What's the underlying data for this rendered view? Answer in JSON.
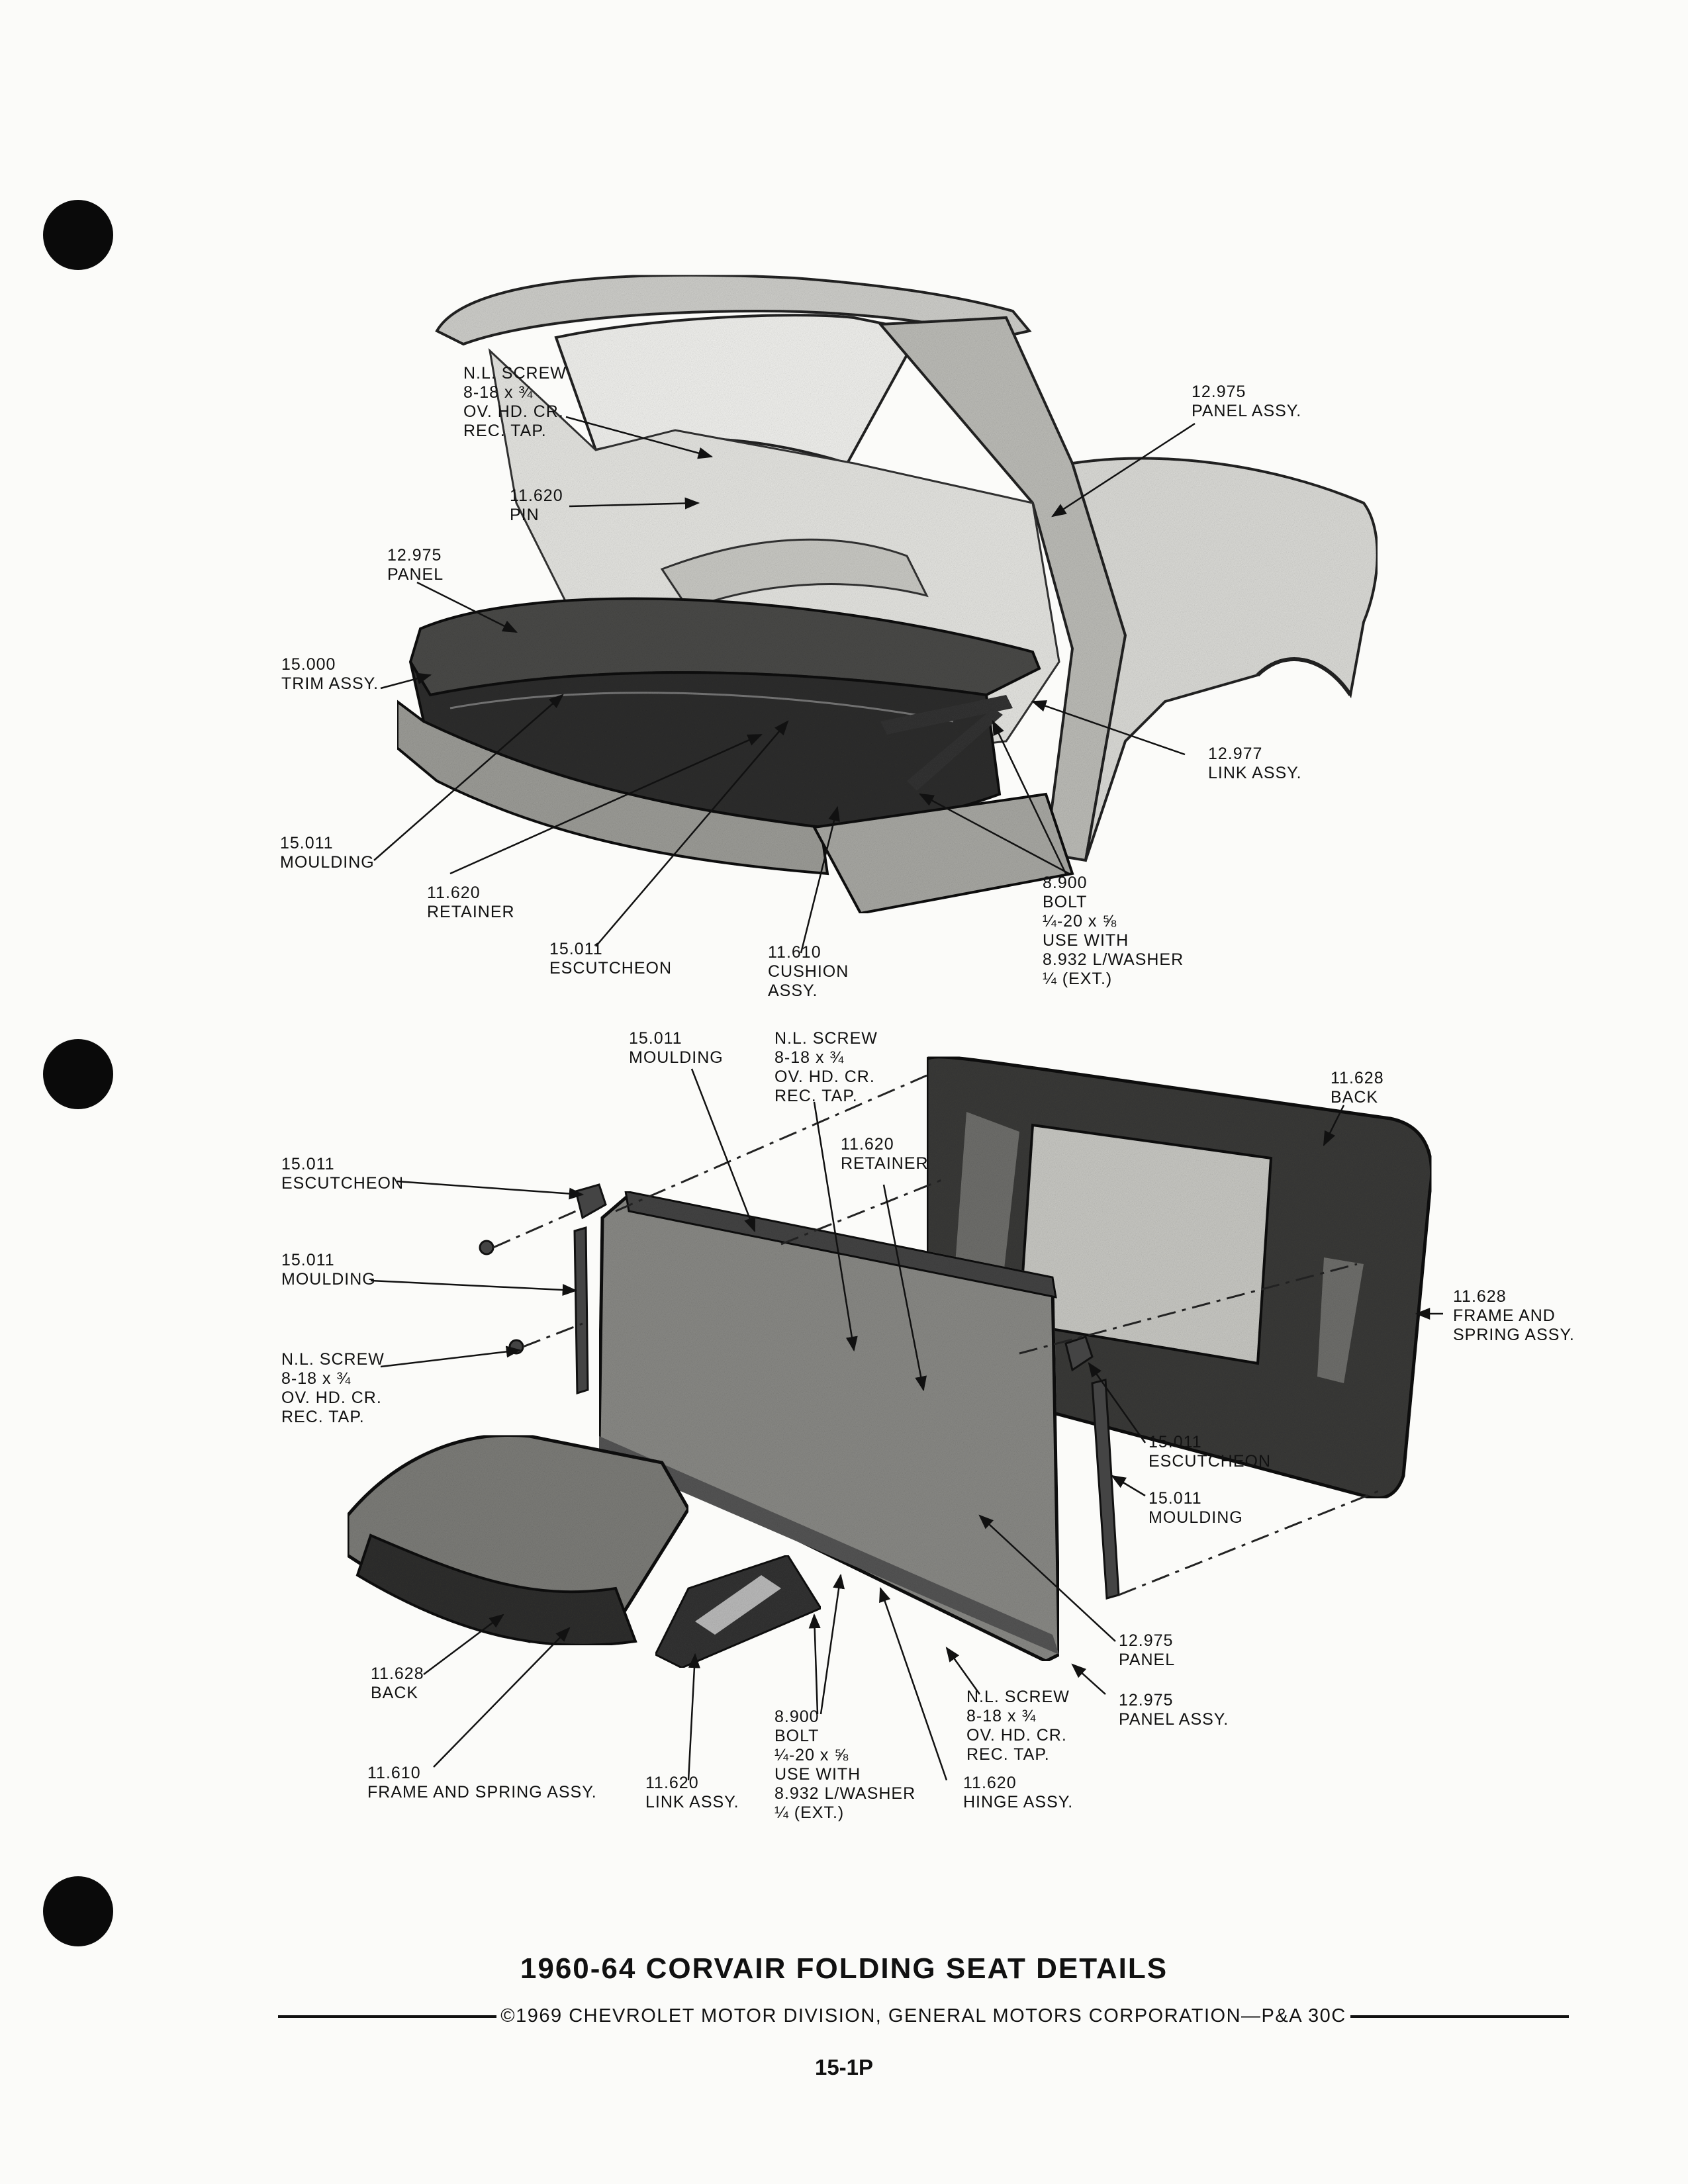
{
  "page": {
    "title": "1960-64 CORVAIR FOLDING SEAT DETAILS",
    "copyright": "©1969 CHEVROLET MOTOR DIVISION, GENERAL MOTORS CORPORATION—P&A 30C",
    "page_number": "15-1P"
  },
  "top_callouts": [
    {
      "id": "t1",
      "lines": [
        "N.L. SCREW",
        "8-18 x ¾",
        "OV. HD. CR.",
        "REC. TAP."
      ]
    },
    {
      "id": "t2",
      "lines": [
        "12.975",
        "PANEL ASSY."
      ]
    },
    {
      "id": "t3",
      "lines": [
        "11.620",
        "PIN"
      ]
    },
    {
      "id": "t4",
      "lines": [
        "12.975",
        "PANEL"
      ]
    },
    {
      "id": "t5",
      "lines": [
        "15.000",
        "TRIM ASSY."
      ]
    },
    {
      "id": "t6",
      "lines": [
        "12.977",
        "LINK ASSY."
      ]
    },
    {
      "id": "t7",
      "lines": [
        "15.011",
        "MOULDING"
      ]
    },
    {
      "id": "t8",
      "lines": [
        "11.620",
        "RETAINER"
      ]
    },
    {
      "id": "t9",
      "lines": [
        "8.900",
        "BOLT",
        "¼-20 x ⅝",
        "USE WITH",
        "8.932 L/WASHER",
        "¼ (EXT.)"
      ]
    },
    {
      "id": "t10",
      "lines": [
        "15.011",
        "ESCUTCHEON"
      ]
    },
    {
      "id": "t11",
      "lines": [
        "11.610",
        "CUSHION",
        "ASSY."
      ]
    }
  ],
  "bottom_callouts": [
    {
      "id": "b1",
      "lines": [
        "15.011",
        "MOULDING"
      ]
    },
    {
      "id": "b2",
      "lines": [
        "N.L. SCREW",
        "8-18 x ¾",
        "OV. HD. CR.",
        "REC. TAP."
      ]
    },
    {
      "id": "b3",
      "lines": [
        "11.628",
        "BACK"
      ]
    },
    {
      "id": "b4",
      "lines": [
        "11.620",
        "RETAINER"
      ]
    },
    {
      "id": "b5",
      "lines": [
        "15.011",
        "ESCUTCHEON"
      ]
    },
    {
      "id": "b6",
      "lines": [
        "15.011",
        "MOULDING"
      ]
    },
    {
      "id": "b7",
      "lines": [
        "11.628",
        "FRAME AND",
        "SPRING ASSY."
      ]
    },
    {
      "id": "b8",
      "lines": [
        "N.L. SCREW",
        "8-18 x ¾",
        "OV. HD. CR.",
        "REC. TAP."
      ]
    },
    {
      "id": "b9",
      "lines": [
        "15.011",
        "ESCUTCHEON"
      ]
    },
    {
      "id": "b10",
      "lines": [
        "15.011",
        "MOULDING"
      ]
    },
    {
      "id": "b11",
      "lines": [
        "12.975",
        "PANEL"
      ]
    },
    {
      "id": "b12",
      "lines": [
        "11.628",
        "BACK"
      ]
    },
    {
      "id": "b13",
      "lines": [
        "N.L. SCREW",
        "8-18 x ¾",
        "OV. HD. CR.",
        "REC. TAP."
      ]
    },
    {
      "id": "b14",
      "lines": [
        "12.975",
        "PANEL ASSY."
      ]
    },
    {
      "id": "b15",
      "lines": [
        "8.900",
        "BOLT",
        "¼-20 x ⅝",
        "USE WITH",
        "8.932 L/WASHER",
        "¼ (EXT.)"
      ]
    },
    {
      "id": "b16",
      "lines": [
        "11.610",
        "FRAME AND SPRING ASSY."
      ]
    },
    {
      "id": "b17",
      "lines": [
        "11.620",
        "LINK ASSY."
      ]
    },
    {
      "id": "b18",
      "lines": [
        "11.620",
        "HINGE ASSY."
      ]
    }
  ]
}
